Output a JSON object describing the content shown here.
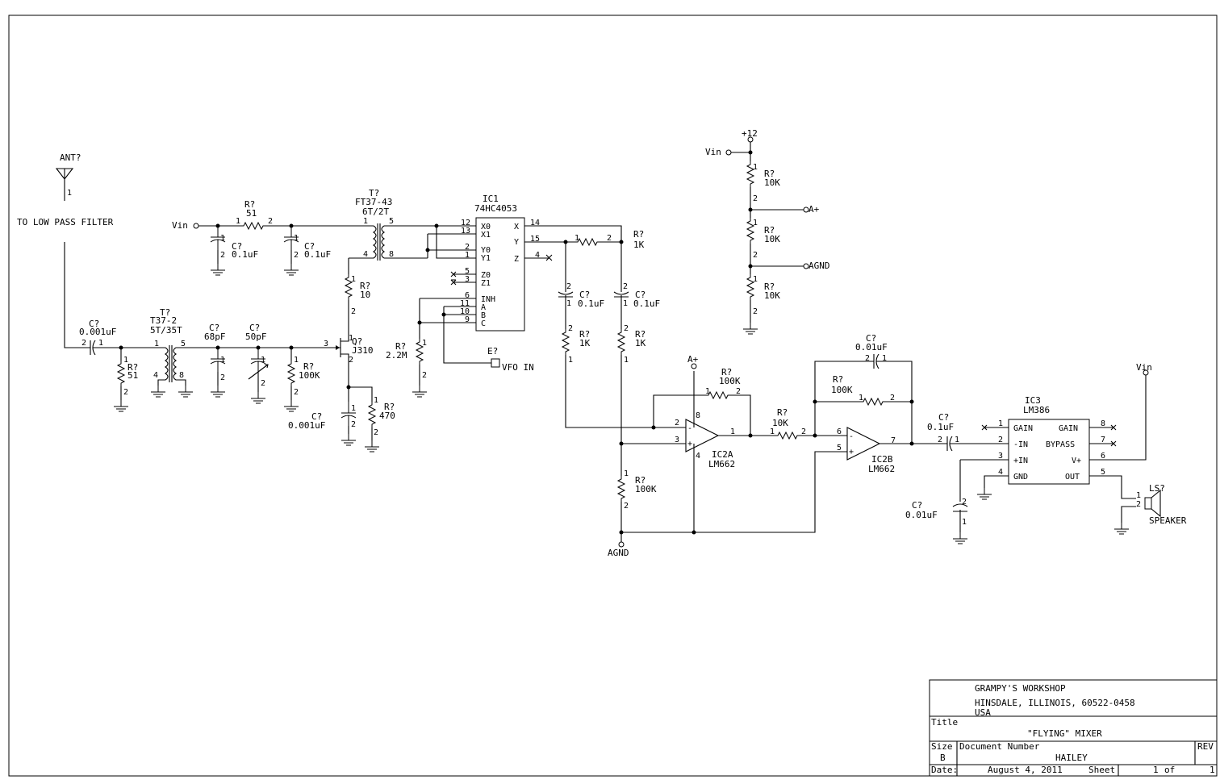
{
  "title_block": {
    "company": "GRAMPY'S WORKSHOP",
    "address1": "HINSDALE, ILLINOIS, 60522-0458",
    "address2": "USA",
    "title_label": "Title",
    "title": "\"FLYING\" MIXER",
    "size_label": "Size",
    "size": "B",
    "docnum_label": "Document Number",
    "docnum": "HAILEY",
    "rev_label": "REV",
    "rev": "",
    "date_label": "Date:",
    "date": "August  4, 2011",
    "sheet_label": "Sheet",
    "sheet_num": "1",
    "of_label": "of",
    "sheet_total": "1"
  },
  "labels": {
    "ant": "ANT?",
    "ant_pin": "1",
    "to_lpf": "TO LOW PASS FILTER",
    "vin": "Vin",
    "plus12": "+12",
    "a_plus": "A+",
    "agnd": "AGND",
    "vfo_in": "VFO IN",
    "e_ref": "E?",
    "speaker": "SPEAKER",
    "ls_ref": "LS?"
  },
  "components": {
    "r51_top": {
      "ref": "R?",
      "val": "51"
    },
    "c_01_a": {
      "ref": "C?",
      "val": "0.1uF"
    },
    "c_01_b": {
      "ref": "C?",
      "val": "0.1uF"
    },
    "t_ft37": {
      "ref": "T?",
      "val1": "FT37-43",
      "val2": "6T/2T"
    },
    "ic1": {
      "ref": "IC1",
      "val": "74HC4053"
    },
    "r_1k_top": {
      "ref": "R?",
      "val": "1K"
    },
    "c_01_c": {
      "ref": "C?",
      "val": "0.1uF"
    },
    "c_01_d": {
      "ref": "C?",
      "val": "0.1uF"
    },
    "r_1k_a": {
      "ref": "R?",
      "val": "1K"
    },
    "r_1k_b": {
      "ref": "R?",
      "val": "1K"
    },
    "r10": {
      "ref": "R?",
      "val": "10"
    },
    "q": {
      "ref": "Q?",
      "val": "J310"
    },
    "r22m": {
      "ref": "R?",
      "val": "2.2M"
    },
    "c_0001_in": {
      "ref": "C?",
      "val": "0.001uF"
    },
    "t_t37": {
      "ref": "T?",
      "val1": "T37-2",
      "val2": "5T/35T"
    },
    "r51_in": {
      "ref": "R?",
      "val": "51"
    },
    "c68": {
      "ref": "C?",
      "val": "68pF"
    },
    "c50": {
      "ref": "C?",
      "val": "50pF"
    },
    "r100k_in": {
      "ref": "R?",
      "val": "100K"
    },
    "c_0001_src": {
      "ref": "C?",
      "val": "0.001uF"
    },
    "r470": {
      "ref": "R?",
      "val": "470"
    },
    "r10k_div1": {
      "ref": "R?",
      "val": "10K"
    },
    "r10k_div2": {
      "ref": "R?",
      "val": "10K"
    },
    "r10k_div3": {
      "ref": "R?",
      "val": "10K"
    },
    "ic2a": {
      "ref": "IC2A",
      "val": "LM662"
    },
    "ic2b": {
      "ref": "IC2B",
      "val": "LM662"
    },
    "r100k_fb1": {
      "ref": "R?",
      "val": "100K"
    },
    "r100k_fb2": {
      "ref": "R?",
      "val": "100K"
    },
    "r10k_mid": {
      "ref": "R?",
      "val": "10K"
    },
    "c_001_fb": {
      "ref": "C?",
      "val": "0.01uF"
    },
    "r100k_agnd": {
      "ref": "R?",
      "val": "100K"
    },
    "c_01_out": {
      "ref": "C?",
      "val": "0.1uF"
    },
    "c_001_ic3": {
      "ref": "C?",
      "val": "0.01uF"
    },
    "ic3": {
      "ref": "IC3",
      "val": "LM386"
    }
  },
  "ic1_pins": {
    "x0": "X0",
    "x1": "X1",
    "y0": "Y0",
    "y1": "Y1",
    "z0": "Z0",
    "z1": "Z1",
    "inh": "INH",
    "a": "A",
    "b": "B",
    "c": "C",
    "x": "X",
    "y": "Y",
    "z": "Z",
    "n12": "12",
    "n13": "13",
    "n2": "2",
    "n1": "1",
    "n5": "5",
    "n3": "3",
    "n6": "6",
    "n11": "11",
    "n10": "10",
    "n9": "9",
    "n14": "14",
    "n15": "15",
    "n4": "4"
  },
  "ic3_pins": {
    "gain_l": "GAIN",
    "nin": "-IN",
    "pin": "+IN",
    "gnd": "GND",
    "gain_r": "GAIN",
    "bypass": "BYPASS",
    "vplus": "V+",
    "out": "OUT",
    "n1": "1",
    "n2": "2",
    "n3": "3",
    "n4": "4",
    "n8": "8",
    "n7": "7",
    "n6": "6",
    "n5": "5"
  },
  "opamp_pins": {
    "a_inv": "2",
    "a_noninv": "3",
    "a_vplus": "8",
    "a_vminus": "4",
    "a_out": "1",
    "b_inv": "6",
    "b_noninv": "5",
    "b_out": "7",
    "minus": "-",
    "plus": "+"
  }
}
